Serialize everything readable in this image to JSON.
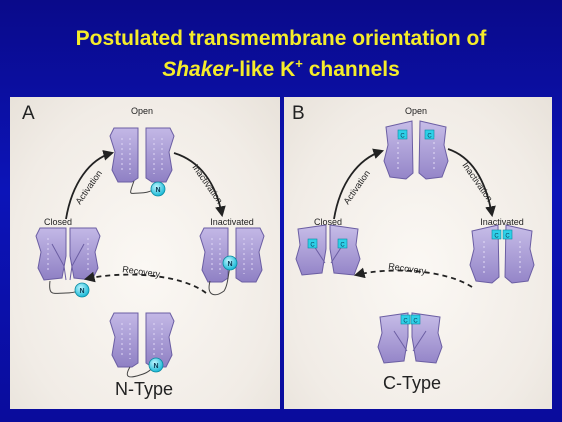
{
  "slide": {
    "title_line1": "Postulated transmembrane orientation of",
    "title_line2_italic": "Shaker",
    "title_line2_rest": "-like K",
    "title_superscript": "+",
    "title_line2_end": " channels"
  },
  "panel_a": {
    "letter": "A",
    "states": {
      "open": "Open",
      "closed": "Closed",
      "inactivated": "Inactivated"
    },
    "transitions": {
      "activation": "Activation",
      "inactivation": "Inactivation",
      "recovery": "Recovery"
    },
    "ball_label": "N",
    "type_label": "N-Type"
  },
  "panel_b": {
    "letter": "B",
    "states": {
      "open": "Open",
      "closed": "Closed",
      "inactivated": "Inactivated"
    },
    "transitions": {
      "activation": "Activation",
      "inactivation": "Inactivation",
      "recovery": "Recovery"
    },
    "box_label": "C",
    "type_label": "C-Type"
  },
  "colors": {
    "title": "#f5ec2a",
    "channel": "#a99bd4",
    "ball": "#2ed0e8",
    "background": "#0c14b8"
  }
}
